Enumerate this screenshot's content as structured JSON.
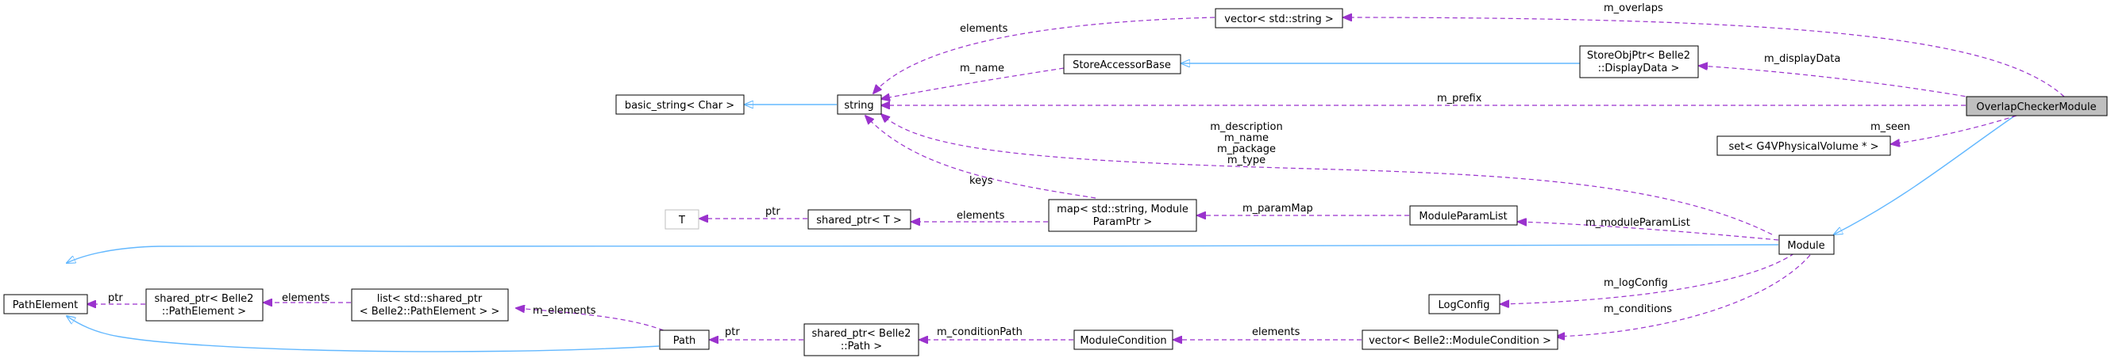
{
  "nodes": {
    "overlap_checker_module": "OverlapCheckerModule",
    "vector_string": "vector< std::string >",
    "store_obj_ptr_line1": "StoreObjPtr< Belle2",
    "store_obj_ptr_line2": "::DisplayData >",
    "store_accessor_base": "StoreAccessorBase",
    "basic_string": "basic_string< Char >",
    "string": "string",
    "set_g4v": "set< G4VPhysicalVolume * >",
    "T": "T",
    "shared_ptr_T": "shared_ptr< T >",
    "map_line1": "map< std::string, Module",
    "map_line2": "ParamPtr >",
    "module_param_list": "ModuleParamList",
    "module": "Module",
    "log_config": "LogConfig",
    "path_element": "PathElement",
    "shared_ptr_pe_line1": "shared_ptr< Belle2",
    "shared_ptr_pe_line2": "::PathElement >",
    "list_line1": "list< std::shared_ptr",
    "list_line2": "< Belle2::PathElement > >",
    "path": "Path",
    "shared_ptr_path_line1": "shared_ptr< Belle2",
    "shared_ptr_path_line2": "::Path >",
    "module_condition": "ModuleCondition",
    "vector_module_condition": "vector< Belle2::ModuleCondition >"
  },
  "edge_labels": {
    "m_overlaps": "m_overlaps",
    "m_displayData": "m_displayData",
    "m_prefix": "m_prefix",
    "m_seen": "m_seen",
    "elements_vector": "elements",
    "m_name": "m_name",
    "module_string_1": "m_description",
    "module_string_2": "m_name",
    "module_string_3": "m_package",
    "module_string_4": "m_type",
    "keys": "keys",
    "ptr_T": "ptr",
    "elements_map": "elements",
    "m_paramMap": "m_paramMap",
    "m_moduleParamList": "m_moduleParamList",
    "m_logConfig": "m_logConfig",
    "m_conditions": "m_conditions",
    "elements_cond": "elements",
    "m_conditionPath": "m_conditionPath",
    "ptr_path": "ptr",
    "m_elements": "m_elements",
    "elements_list": "elements",
    "ptr_pe": "ptr"
  },
  "colors": {
    "inheritance": "#63b8ff",
    "usage": "#9a32cd",
    "highlight_fill": "#bfbfbf"
  }
}
